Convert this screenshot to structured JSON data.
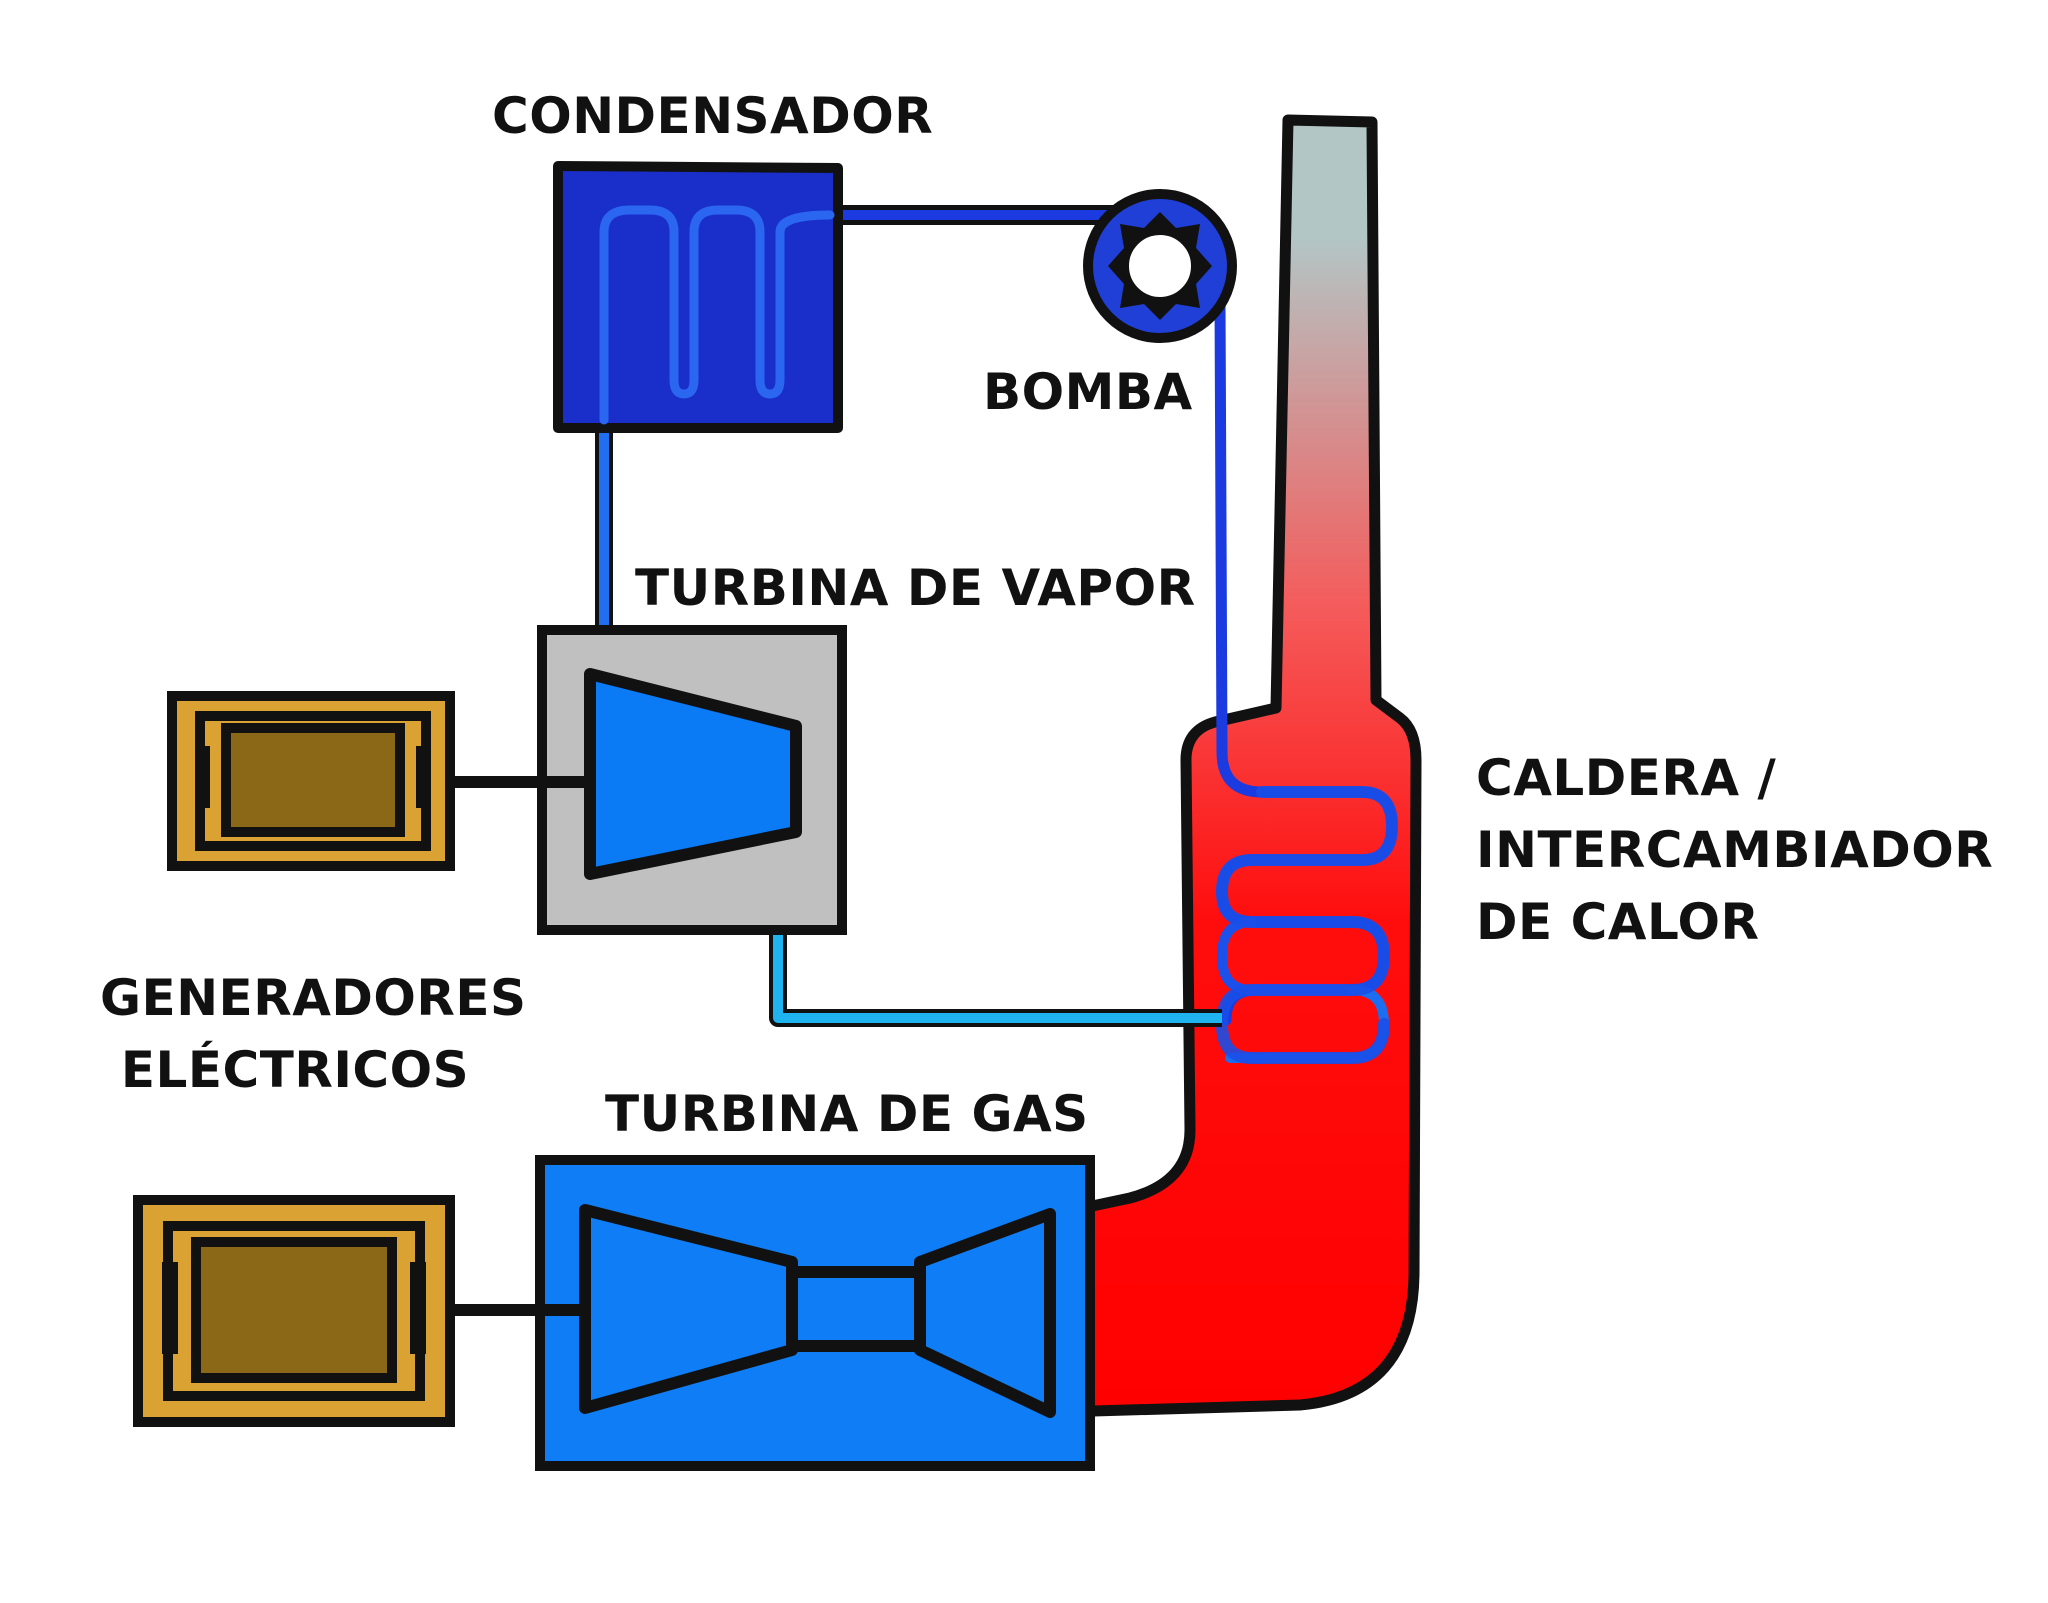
{
  "labels": {
    "condensador": "CONDENSADOR",
    "bomba": "BOMBA",
    "turbina_vapor": "TURBINA DE VAPOR",
    "caldera": [
      "CALDERA /",
      "INTERCAMBIADOR",
      "DE CALOR"
    ],
    "generadores": [
      "GENERADORES",
      "ELÉCTRICOS"
    ],
    "turbina_gas": "TURBINA DE GAS"
  },
  "colors": {
    "outline": "#111111",
    "condenser": "#1a2fc9",
    "pump_ring": "#1f3fd6",
    "cold_water_line": "#1b3be0",
    "condensate_line": "#1f6ff0",
    "steam_line": "#1fb4f0",
    "turbine_blue": "#0a7af5",
    "gas_turbine_box": "#0f7ef6",
    "steam_turbine_box": "#c0c0c0",
    "generator_frame": "#d9a233",
    "generator_core": "#8a6818",
    "chimney": "#b3c6c6",
    "exhaust_hot": "#ff0000"
  }
}
